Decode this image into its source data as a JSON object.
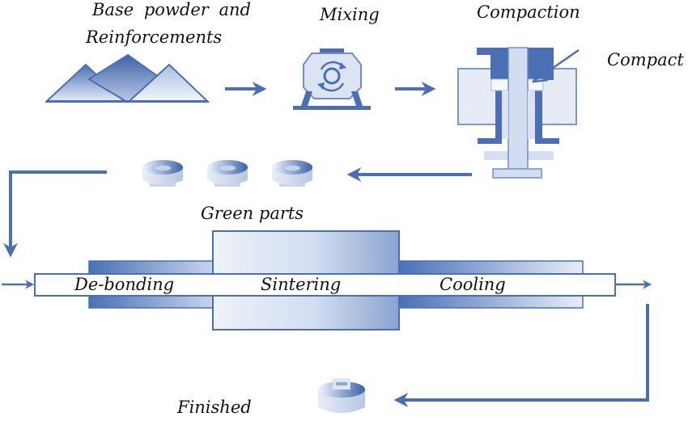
{
  "title": "Powder metallurgy process flow",
  "colors": {
    "primary": "#4a6fb5",
    "dark": "#3d62a8",
    "light": "#dfe6f3",
    "pale": "#eef2f9"
  },
  "stages": {
    "powder": {
      "label_line1": "Base  powder  and",
      "label_line2": "Reinforcements",
      "icon": "powder-piles-icon"
    },
    "mixing": {
      "label": "Mixing",
      "icon": "mixer-icon"
    },
    "compaction": {
      "label": "Compaction",
      "icon": "press-die-icon",
      "callout": "Compact"
    },
    "green_parts": {
      "label": "Green parts",
      "icon": "green-part-icon",
      "count": 3
    },
    "furnace": {
      "zones": [
        {
          "label": "De-bonding"
        },
        {
          "label": "Sintering"
        },
        {
          "label": "Cooling"
        }
      ],
      "icon": "furnace-icon"
    },
    "finished": {
      "label": "Finished",
      "icon": "finished-part-icon"
    }
  }
}
